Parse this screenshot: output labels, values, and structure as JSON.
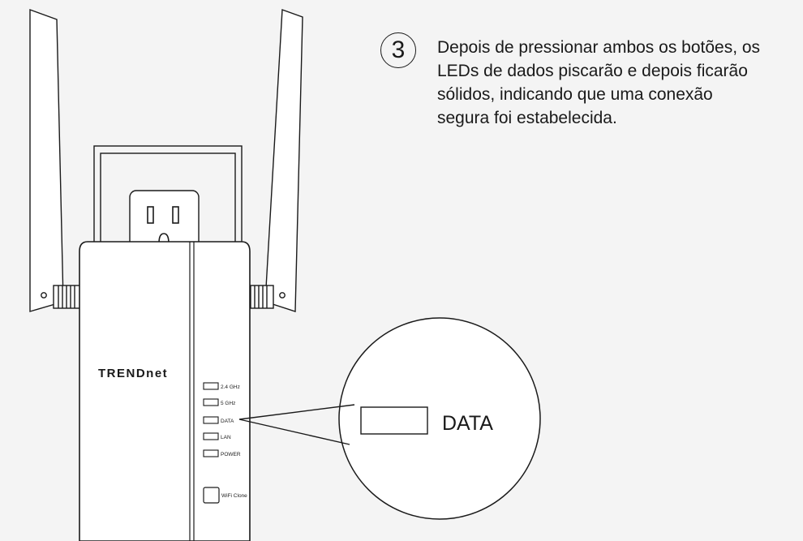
{
  "step": {
    "number": "3",
    "lines": [
      "Depois de pressionar ambos os botões, os",
      "LEDs de dados piscarão e depois ficarão",
      "sólidos, indicando que uma conexão",
      "segura foi estabelecida."
    ]
  },
  "device": {
    "brand": "TRENDnet",
    "leds": [
      "2.4 GHz",
      "5 GHz",
      "DATA",
      "LAN",
      "POWER"
    ],
    "button_label": "WiFi Clone"
  },
  "callout": {
    "label": "DATA"
  },
  "colors": {
    "background": "#f4f4f4",
    "line": "#1a1a1a",
    "device_fill": "#ffffff"
  }
}
